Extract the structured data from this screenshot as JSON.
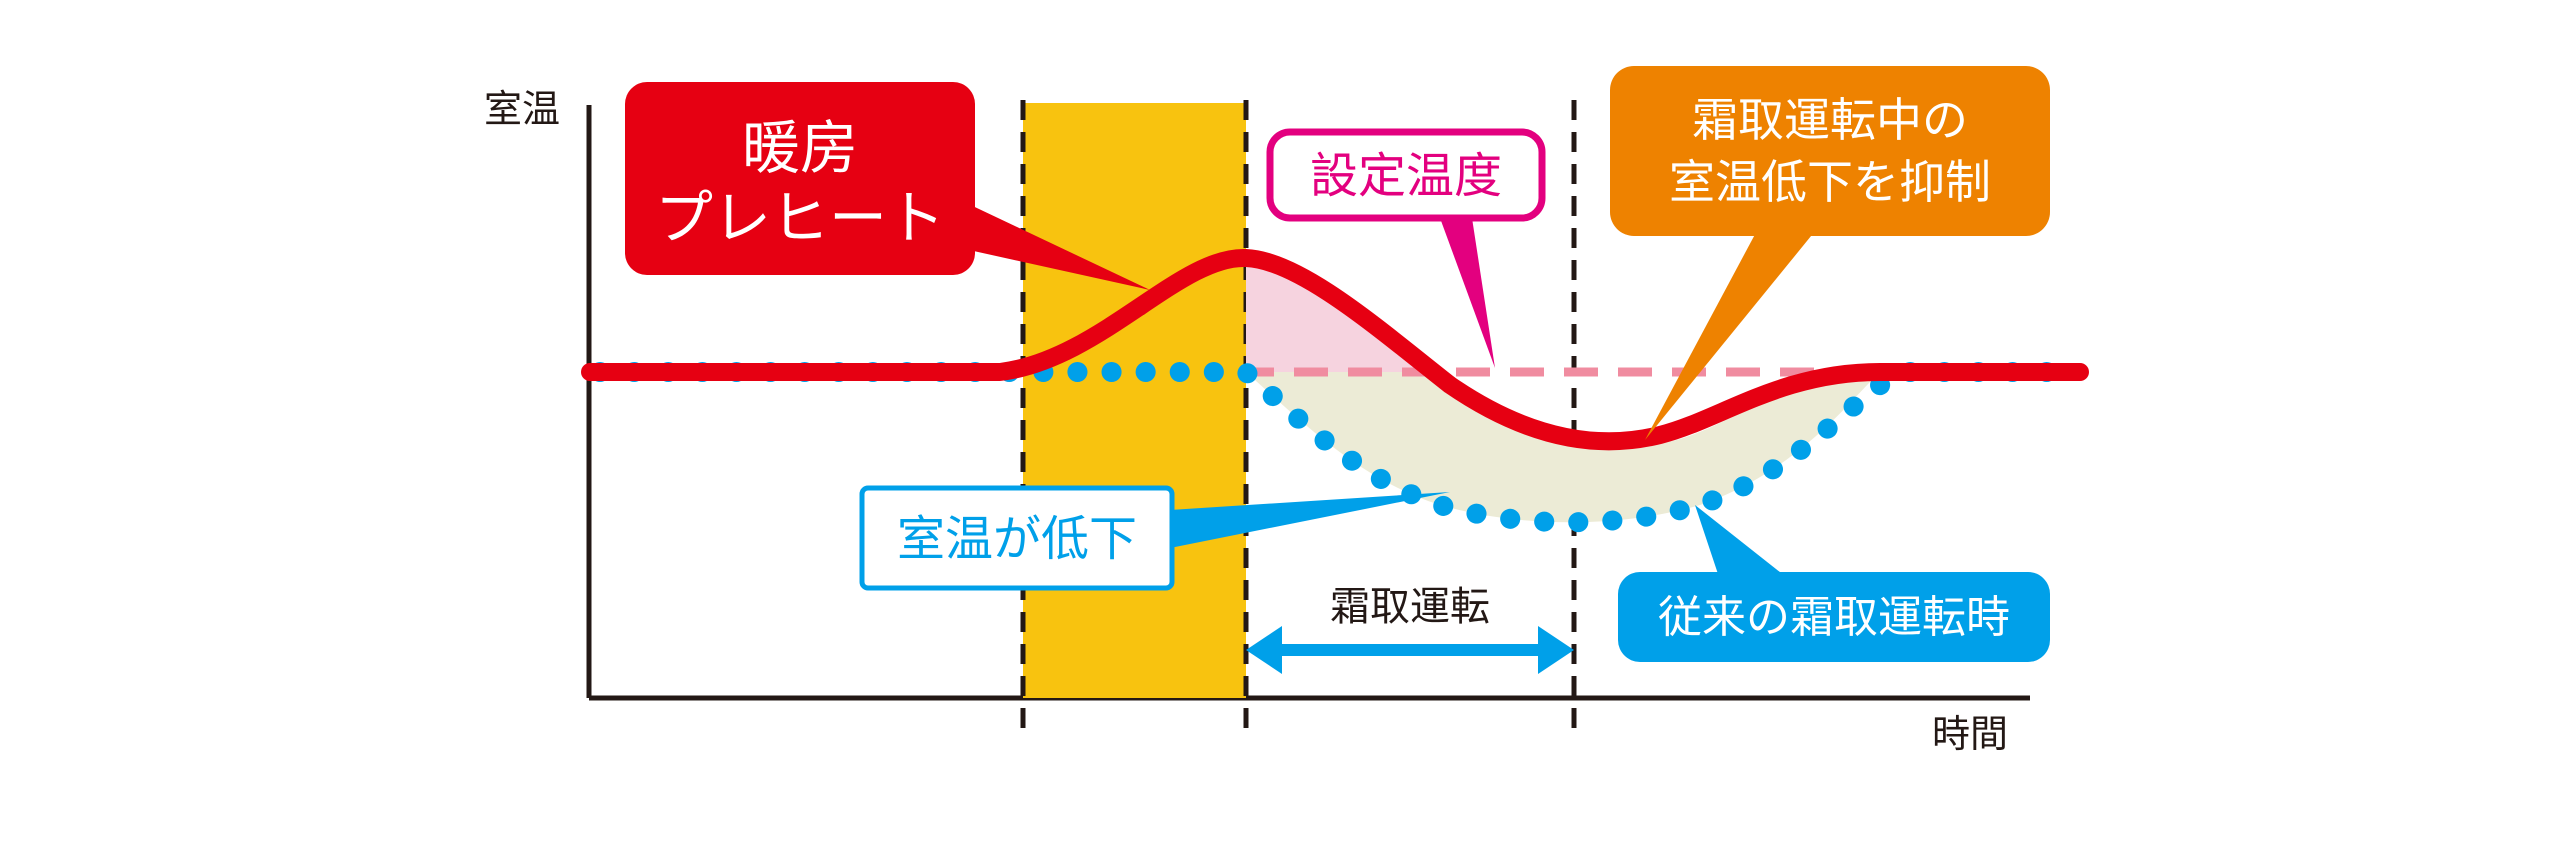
{
  "axes": {
    "y_label": "室温",
    "x_label": "時間"
  },
  "callouts": {
    "preheat_line1": "暖房",
    "preheat_line2": "プレヒート",
    "setpoint": "設定温度",
    "suppress_line1": "霜取運転中の",
    "suppress_line2": "室温低下を抑制",
    "temp_drop": "室温が低下",
    "conventional": "従来の霜取運転時"
  },
  "span_label": "霜取運転",
  "colors": {
    "red": "#e60012",
    "orange": "#ee8200",
    "magenta": "#e3007f",
    "cyan": "#00a0e9",
    "yellow": "#f8c30f",
    "setpoint_line": "#f08ca0",
    "pink_fill": "#f6d3df",
    "cream_fill": "#ecebd6",
    "axis": "#231815"
  },
  "series": {
    "with_preheat": "solid red curve",
    "conventional": "dotted cyan curve",
    "setpoint": "dashed pink line"
  }
}
